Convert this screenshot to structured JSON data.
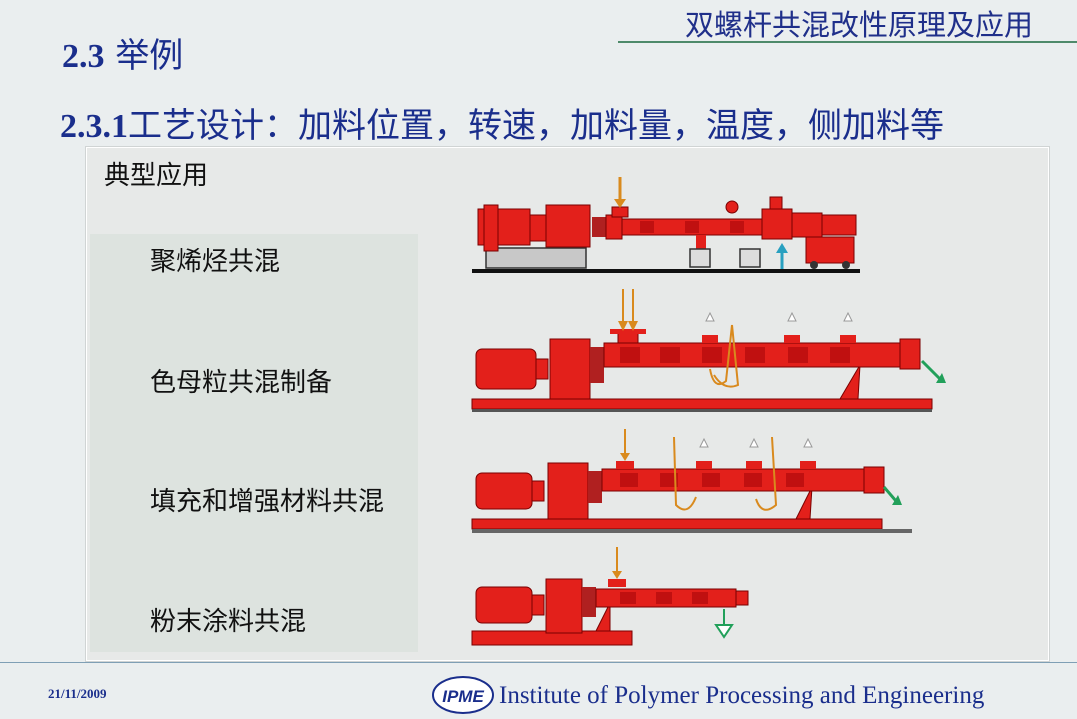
{
  "header": {
    "top_title": "双螺杆共混改性原理及应用",
    "section_number": "2.3",
    "section_title": "举例",
    "sub_number": "2.3.1",
    "sub_title": "工艺设计：加料位置，转速，加料量，温度，侧加料等"
  },
  "panel": {
    "title": "典型应用",
    "applications": [
      {
        "label": "聚烯烃共混",
        "icon": "compounding-line-icon"
      },
      {
        "label": "色母粒共混制备",
        "icon": "extruder-one-feed-two-vents-icon"
      },
      {
        "label": "填充和增强材料共混",
        "icon": "extruder-side-feed-vents-icon"
      },
      {
        "label": "粉末涂料共混",
        "icon": "short-extruder-icon"
      }
    ]
  },
  "colors": {
    "machine_red": "#e3201b",
    "feed_arrow": "#d98a1e",
    "exit_arrow": "#22a05a",
    "heading_blue": "#1a2e8c"
  },
  "footer": {
    "date": "21/11/2009",
    "logo_text": "IPME",
    "institute": "Institute of Polymer Processing and Engineering"
  }
}
